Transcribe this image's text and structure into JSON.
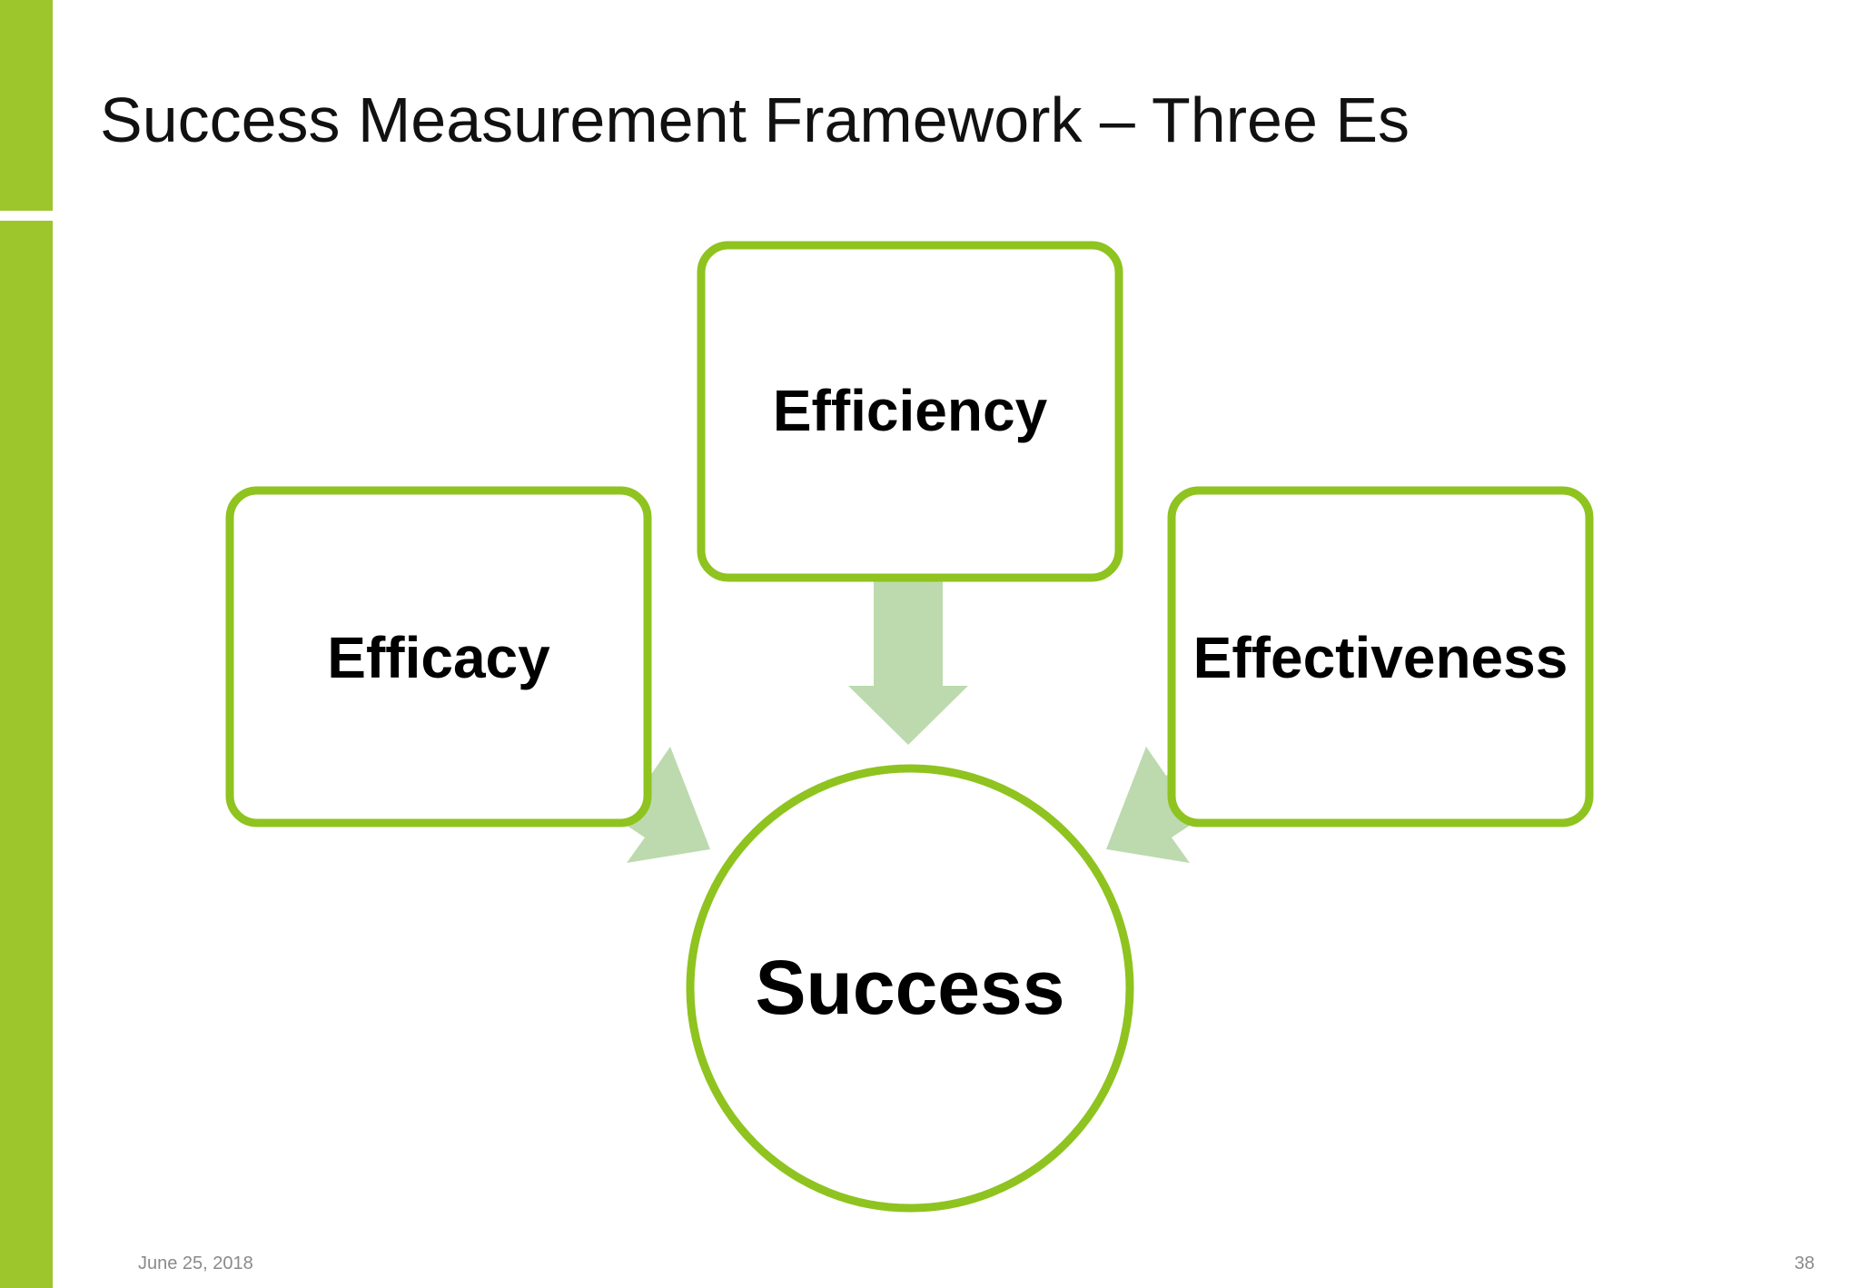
{
  "slide": {
    "title": "Success Measurement Framework – Three Es",
    "date": "June 25, 2018",
    "page_number": "38"
  },
  "diagram": {
    "nodes": [
      {
        "id": "efficiency",
        "label": "Efficiency"
      },
      {
        "id": "efficacy",
        "label": "Efficacy"
      },
      {
        "id": "effectiveness",
        "label": "Effectiveness"
      },
      {
        "id": "success",
        "label": "Success"
      }
    ],
    "edges": [
      {
        "from": "efficiency",
        "to": "success"
      },
      {
        "from": "efficacy",
        "to": "success"
      },
      {
        "from": "effectiveness",
        "to": "success"
      }
    ],
    "colors": {
      "accent": "#9dc52c",
      "box_border": "#8fc31f",
      "arrow": "#bcdaae",
      "text": "#000000"
    }
  }
}
